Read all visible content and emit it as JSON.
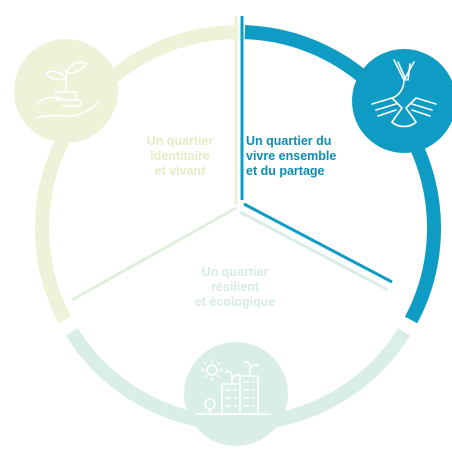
{
  "segments": [
    {
      "id": "identitaire",
      "label": "Un quartier\nidentitaire\net vivant",
      "color": "#eef2d8",
      "text_color": "#e6ebc4",
      "icon": "hand-plant-icon",
      "active": false
    },
    {
      "id": "vivre-ensemble",
      "label": "Un quartier du\nvivre ensemble\net du partage",
      "color": "#0f9cc4",
      "text_color": "#0b8db3",
      "icon": "joined-hands-icon",
      "active": true
    },
    {
      "id": "resilient",
      "label": "Un quartier\nrésilient\net écologique",
      "color": "#d9eee6",
      "text_color": "#d5ece4",
      "icon": "green-buildings-icon",
      "active": false
    }
  ]
}
